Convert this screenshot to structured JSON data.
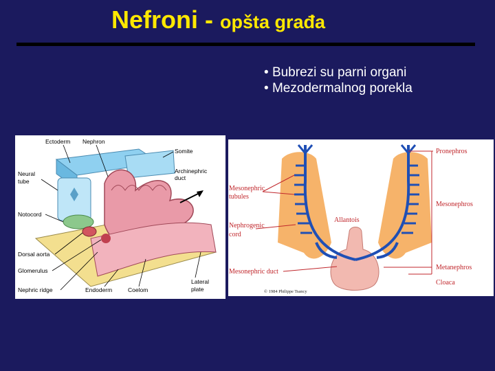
{
  "title": {
    "main": "Nefroni - ",
    "sub": "opšta građa"
  },
  "bullets": [
    "Bubrezi su parni organi",
    "Mezodermalnog porekla"
  ],
  "figure_left": {
    "labels": {
      "ectoderm": "Ectoderm",
      "nephron": "Nephron",
      "somite": "Somite",
      "archinephric_1": "Archinephric",
      "archinephric_2": "duct",
      "neural_1": "Neural",
      "neural_2": "tube",
      "notocord": "Notocord",
      "dorsal_aorta": "Dorsal aorta",
      "glomerulus": "Glomerulus",
      "nephric_ridge": "Nephric ridge",
      "endoderm": "Endoderm",
      "coelom": "Coelom",
      "lateral_1": "Lateral",
      "lateral_2": "plate"
    }
  },
  "figure_right": {
    "labels": {
      "pronephros": "Pronephros",
      "mesonephric_tubules_1": "Mesonephric",
      "mesonephric_tubules_2": "tubules",
      "mesonephros": "Mesonephros",
      "allantois": "Allantois",
      "nephrogenic_1": "Nephrogenic",
      "nephrogenic_2": "cord",
      "mesonephric_duct": "Mesonephric duct",
      "metanephros": "Metanephros",
      "cloaca": "Cloaca",
      "copyright": "© 1984 Philippe Tsancy"
    }
  }
}
